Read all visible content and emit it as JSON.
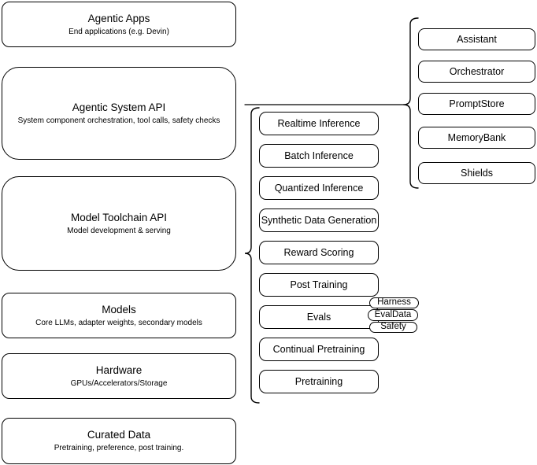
{
  "diagram": {
    "title": "Agentic system stack diagram",
    "colors": {
      "stroke": "#000000",
      "fill": "#ffffff",
      "background": "#ffffff"
    },
    "left_column": [
      {
        "title": "Agentic Apps",
        "subtitle": "End applications (e.g. Devin)"
      },
      {
        "title": "Agentic System API",
        "subtitle": "System component orchestration, tool calls, safety checks"
      },
      {
        "title": "Model Toolchain API",
        "subtitle": "Model development & serving"
      },
      {
        "title": "Models",
        "subtitle": "Core LLMs, adapter weights, secondary models"
      },
      {
        "title": "Hardware",
        "subtitle": "GPUs/Accelerators/Storage"
      },
      {
        "title": "Curated Data",
        "subtitle": "Pretraining, preference, post training."
      }
    ],
    "toolchain_items": [
      "Realtime Inference",
      "Batch Inference",
      "Quantized Inference",
      "Synthetic Data Generation",
      "Reward Scoring",
      "Post Training",
      "Evals",
      "Continual Pretraining",
      "Pretraining"
    ],
    "evals_tags": [
      "Harness",
      "EvalData",
      "Safety"
    ],
    "system_components": [
      "Assistant",
      "Orchestrator",
      "PromptStore",
      "MemoryBank",
      "Shields"
    ]
  }
}
